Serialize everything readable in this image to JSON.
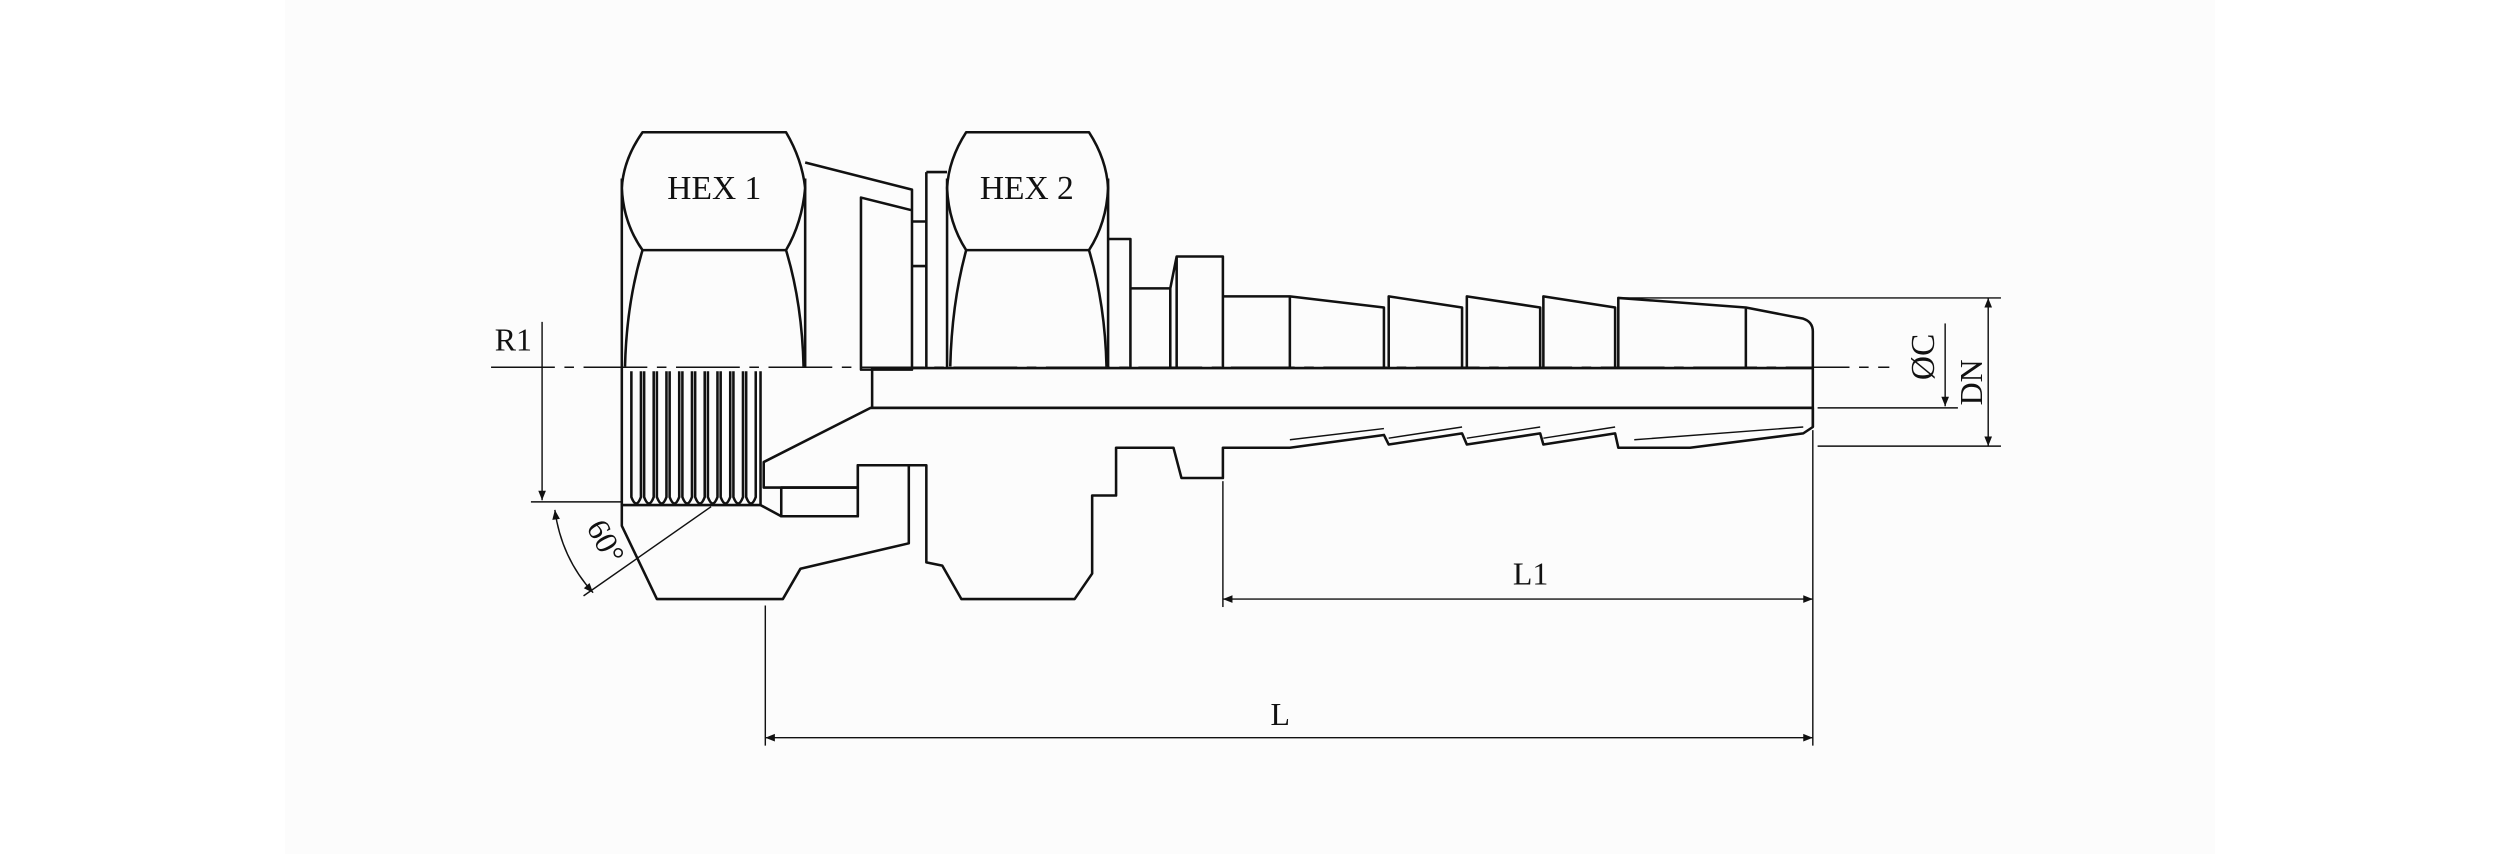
{
  "drawing": {
    "labels": {
      "hex1": "HEX 1",
      "hex2": "HEX 2",
      "r1": "R1",
      "angle": "60°",
      "diameter_c": "ØC",
      "dn": "DN",
      "l1": "L1",
      "l": "L"
    }
  }
}
